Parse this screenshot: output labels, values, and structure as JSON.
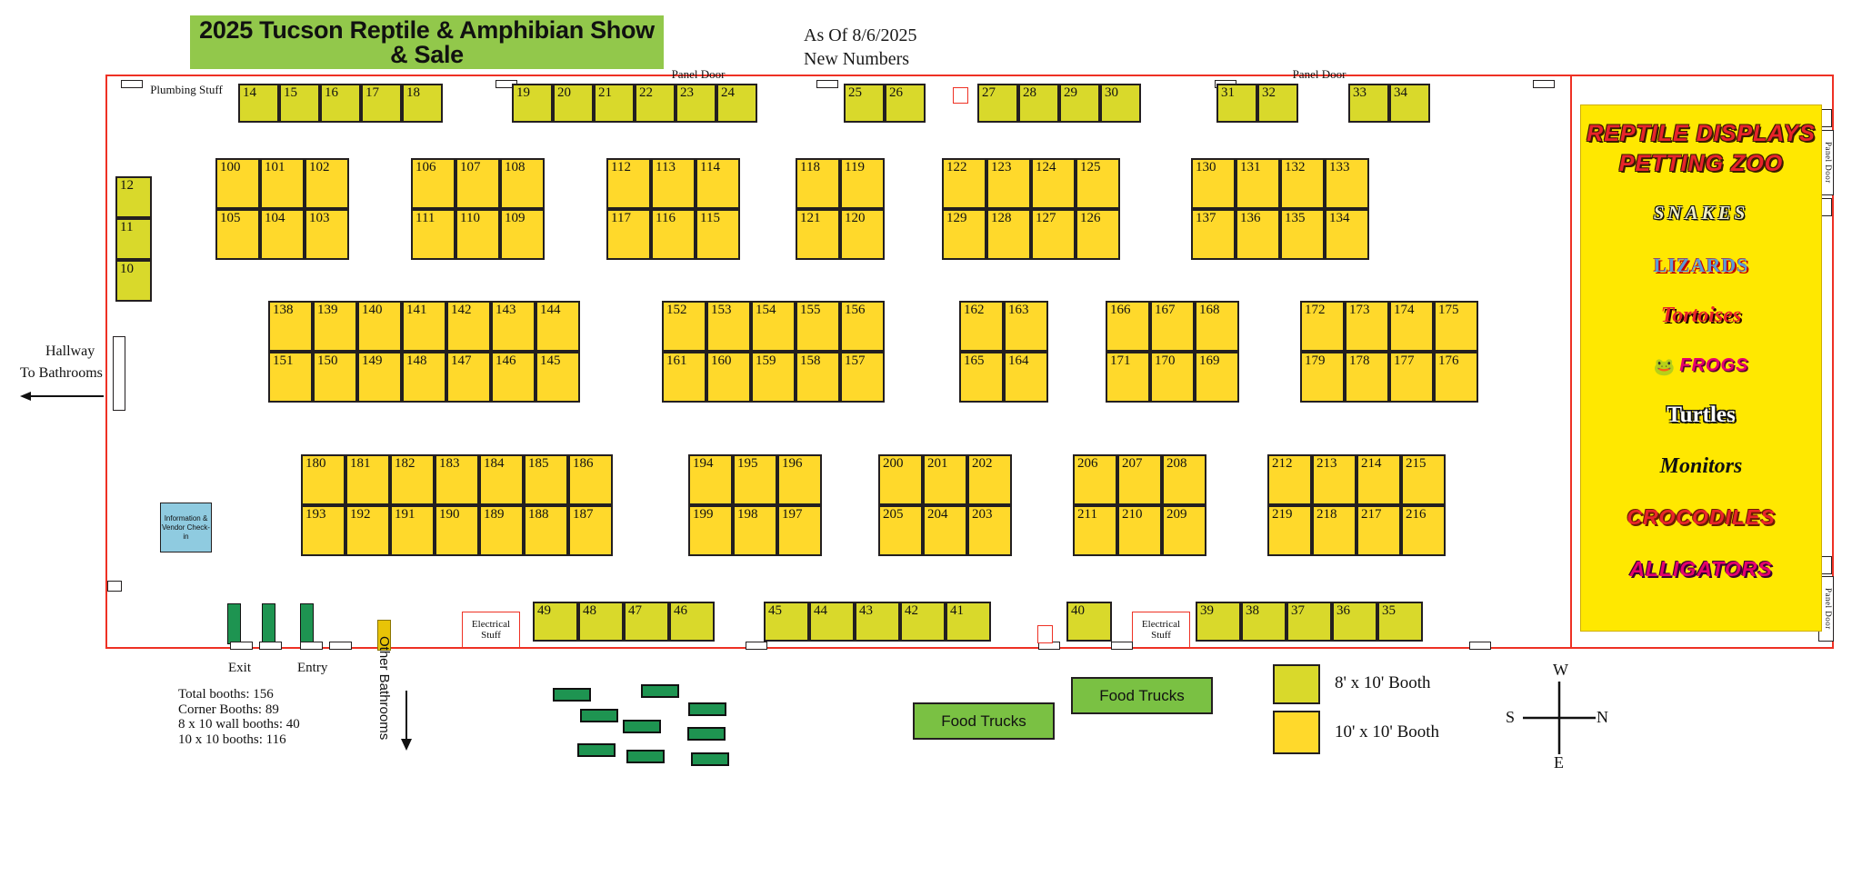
{
  "title": {
    "banner": "2025 Tucson Reptile & Amphibian Show & Sale",
    "as_of": "As Of 8/6/2025",
    "new_numbers": "New Numbers"
  },
  "colors": {
    "booth_8x10": "#d9d92b",
    "booth_10x10": "#ffd92b",
    "hall_outline": "#ee3124",
    "banner_green": "#92c84b",
    "sign_yellow": "#ffe800",
    "info_blue": "#8fcbe0",
    "food_truck_green": "#7ac143",
    "table_green": "#1e9451"
  },
  "labels": {
    "plumbing_stuff": "Plumbing Stuff",
    "panel_door_top_left": "Panel Door",
    "panel_door_top_right": "Panel Door",
    "panel_door_right_upper": "Panel Door",
    "panel_door_right_lower": "Panel Door",
    "hallway": "Hallway",
    "to_bathrooms": "To Bathrooms",
    "info_box": "Information & Vendor Check-in",
    "electrical_left": "Electrical Stuff",
    "electrical_right": "Electrical Stuff",
    "exit": "Exit",
    "entry": "Entry",
    "other_bathrooms": "Other Bathrooms",
    "food_trucks_1": "Food Trucks",
    "food_trucks_2": "Food Trucks"
  },
  "legend": {
    "booth_8x10_label": "8' x 10' Booth",
    "booth_10x10_label": "10' x 10' Booth"
  },
  "compass": {
    "top": "W",
    "right": "N",
    "bottom": "E",
    "left": "S"
  },
  "stats": {
    "total": "Total booths: 156",
    "corner": "Corner Booths: 89",
    "wall_8x10": "8 x 10 wall booths: 40",
    "booths_10x10": "10 x 10 booths: 116"
  },
  "sign": {
    "line1": "REPTILE DISPLAYS",
    "line2": "PETTING ZOO",
    "line3": "SNAKES",
    "line4": "LIZARDS",
    "line5": "Tortoises",
    "line6": "FROGS",
    "line6_icon": "frog-icon",
    "line7": "Turtles",
    "line8": "Monitors",
    "line9": "CROCODILES",
    "line10": "ALLIGATORS"
  },
  "booths": {
    "left_column": [
      "12",
      "11",
      "10"
    ],
    "top_row_groups": [
      [
        "14",
        "15",
        "16",
        "17",
        "18"
      ],
      [
        "19",
        "20",
        "21",
        "22",
        "23",
        "24"
      ],
      [
        "25",
        "26"
      ],
      [
        "27",
        "28",
        "29",
        "30"
      ],
      [
        "31",
        "32"
      ],
      [
        "33",
        "34"
      ]
    ],
    "row100_top": [
      [
        "100",
        "101",
        "102"
      ],
      [
        "106",
        "107",
        "108"
      ],
      [
        "112",
        "113",
        "114"
      ],
      [
        "118",
        "119"
      ],
      [
        "122",
        "123",
        "124",
        "125"
      ],
      [
        "130",
        "131",
        "132",
        "133"
      ]
    ],
    "row100_bottom": [
      [
        "105",
        "104",
        "103"
      ],
      [
        "111",
        "110",
        "109"
      ],
      [
        "117",
        "116",
        "115"
      ],
      [
        "121",
        "120"
      ],
      [
        "129",
        "128",
        "127",
        "126"
      ],
      [
        "137",
        "136",
        "135",
        "134"
      ]
    ],
    "row130_top": [
      [
        "138",
        "139",
        "140",
        "141",
        "142",
        "143",
        "144"
      ],
      [
        "152",
        "153",
        "154",
        "155",
        "156"
      ],
      [
        "162",
        "163"
      ],
      [
        "166",
        "167",
        "168"
      ],
      [
        "172",
        "173",
        "174",
        "175"
      ]
    ],
    "row130_bottom": [
      [
        "151",
        "150",
        "149",
        "148",
        "147",
        "146",
        "145"
      ],
      [
        "161",
        "160",
        "159",
        "158",
        "157"
      ],
      [
        "165",
        "164"
      ],
      [
        "171",
        "170",
        "169"
      ],
      [
        "179",
        "178",
        "177",
        "176"
      ]
    ],
    "row180_top": [
      [
        "180",
        "181",
        "182",
        "183",
        "184",
        "185",
        "186"
      ],
      [
        "194",
        "195",
        "196"
      ],
      [
        "200",
        "201",
        "202"
      ],
      [
        "206",
        "207",
        "208"
      ],
      [
        "212",
        "213",
        "214",
        "215"
      ]
    ],
    "row180_bottom": [
      [
        "193",
        "192",
        "191",
        "190",
        "189",
        "188",
        "187"
      ],
      [
        "199",
        "198",
        "197"
      ],
      [
        "205",
        "204",
        "203"
      ],
      [
        "211",
        "210",
        "209"
      ],
      [
        "219",
        "218",
        "217",
        "216"
      ]
    ],
    "bottom_row_groups": [
      [
        "49",
        "48",
        "47",
        "46"
      ],
      [
        "45",
        "44",
        "43",
        "42",
        "41"
      ],
      [
        "40"
      ],
      [
        "39",
        "38",
        "37",
        "36",
        "35"
      ]
    ]
  }
}
